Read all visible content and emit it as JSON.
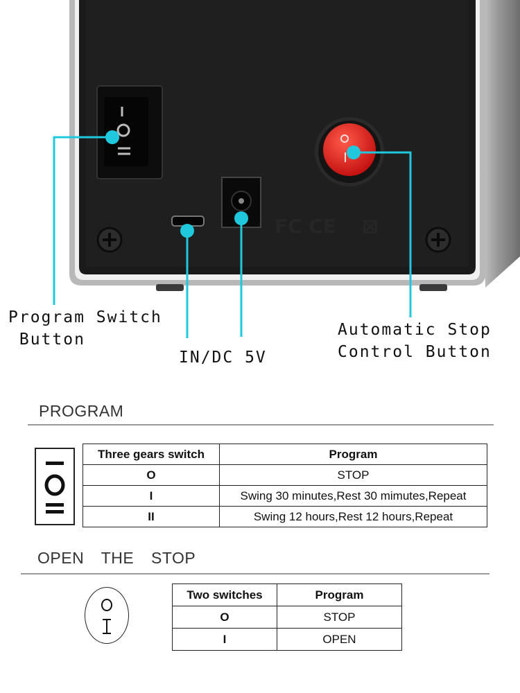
{
  "callouts": {
    "program_switch": "Program Switch\n Button",
    "dc_input": "IN/DC 5V",
    "auto_stop": "Automatic Stop\nControl Button"
  },
  "program_section": {
    "title": "PROGRAM",
    "table": {
      "headers": [
        "Three gears switch",
        "Program"
      ],
      "rows": [
        [
          "O",
          "STOP"
        ],
        [
          "I",
          "Swing 30 minutes,Rest 30 mimutes,Repeat"
        ],
        [
          "II",
          "Swing 12 hours,Rest 12 hours,Repeat"
        ]
      ]
    }
  },
  "stop_section": {
    "title": "OPEN THE STOP",
    "table": {
      "headers": [
        "Two switches",
        "Program"
      ],
      "rows": [
        [
          "O",
          "STOP"
        ],
        [
          "I",
          "OPEN"
        ]
      ]
    }
  },
  "colors": {
    "leader_line": "#1fc8dc",
    "panel": "#1a1a1a",
    "rocker_red": "#e01a1a"
  },
  "icons": {
    "three_gear": "rocker-switch-three-position-icon",
    "two_switch": "oval-on-off-switch-icon"
  }
}
